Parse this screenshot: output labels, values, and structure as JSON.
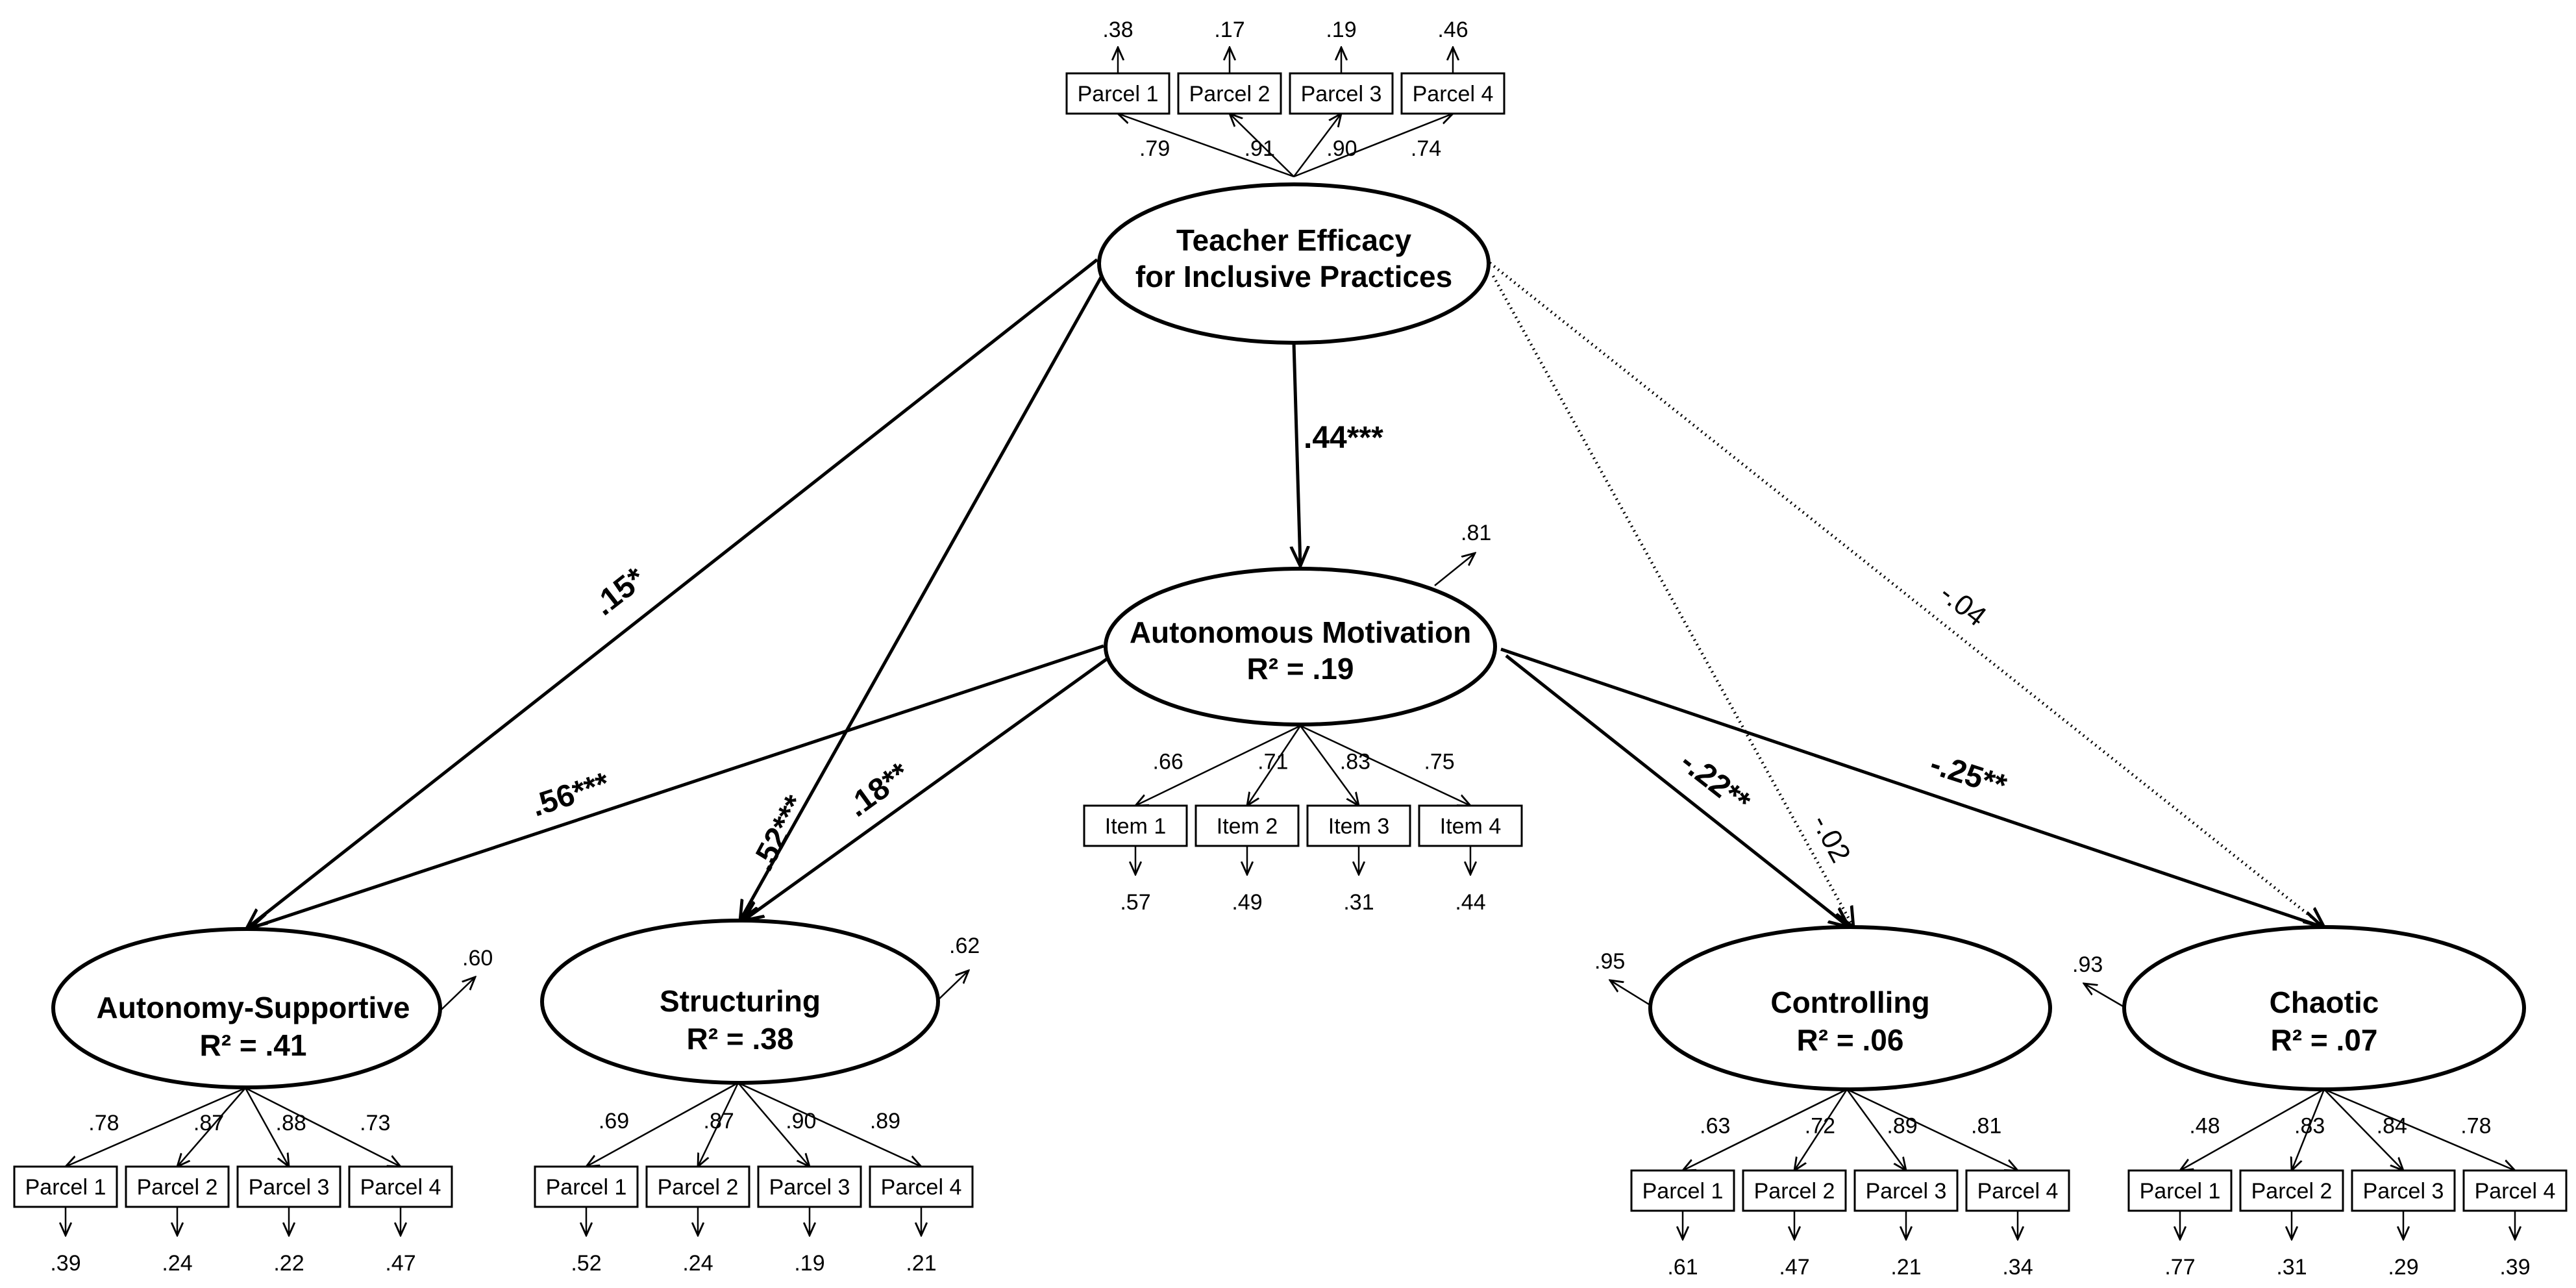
{
  "latents": {
    "tefip": {
      "line1": "Teacher Efficacy",
      "line2": "for Inclusive Practices"
    },
    "am": {
      "line1": "Autonomous Motivation",
      "line2": "R² = .19"
    },
    "as": {
      "line1": "Autonomy-Supportive",
      "line2": "R² = .41"
    },
    "st": {
      "line1": "Structuring",
      "line2": "R² =  .38"
    },
    "co": {
      "line1": "Controlling",
      "line2": "R² = .06"
    },
    "ch": {
      "line1": "Chaotic",
      "line2": "R² = .07"
    }
  },
  "residuals": {
    "am": ".81",
    "as": ".60",
    "st": ".62",
    "co": ".95",
    "ch": ".93"
  },
  "indicators": {
    "tefip": {
      "labels": [
        "Parcel 1",
        "Parcel 2",
        "Parcel 3",
        "Parcel 4"
      ],
      "loadings": [
        ".79",
        ".91",
        ".90",
        ".74"
      ],
      "errors": [
        ".38",
        ".17",
        ".19",
        ".46"
      ]
    },
    "am": {
      "labels": [
        "Item 1",
        "Item 2",
        "Item 3",
        "Item 4"
      ],
      "loadings": [
        ".66",
        ".71",
        ".83",
        ".75"
      ],
      "errors": [
        ".57",
        ".49",
        ".31",
        ".44"
      ]
    },
    "as": {
      "labels": [
        "Parcel 1",
        "Parcel 2",
        "Parcel 3",
        "Parcel 4"
      ],
      "loadings": [
        ".78",
        ".87",
        ".88",
        ".73"
      ],
      "errors": [
        ".39",
        ".24",
        ".22",
        ".47"
      ]
    },
    "st": {
      "labels": [
        "Parcel 1",
        "Parcel 2",
        "Parcel 3",
        "Parcel 4"
      ],
      "loadings": [
        ".69",
        ".87",
        ".90",
        ".89"
      ],
      "errors": [
        ".52",
        ".24",
        ".19",
        ".21"
      ]
    },
    "co": {
      "labels": [
        "Parcel 1",
        "Parcel 2",
        "Parcel 3",
        "Parcel 4"
      ],
      "loadings": [
        ".63",
        ".72",
        ".89",
        ".81"
      ],
      "errors": [
        ".61",
        ".47",
        ".21",
        ".34"
      ]
    },
    "ch": {
      "labels": [
        "Parcel 1",
        "Parcel 2",
        "Parcel 3",
        "Parcel 4"
      ],
      "loadings": [
        ".48",
        ".83",
        ".84",
        ".78"
      ],
      "errors": [
        ".77",
        ".31",
        ".29",
        ".39"
      ]
    }
  },
  "paths": {
    "tefip_am": ".44***",
    "tefip_as": ".15*",
    "tefip_st": ".52***",
    "tefip_co": "-.02",
    "tefip_ch": "-.04",
    "am_as": ".56***",
    "am_st": ".18**",
    "am_co": "-.22**",
    "am_ch": "-.25**"
  }
}
